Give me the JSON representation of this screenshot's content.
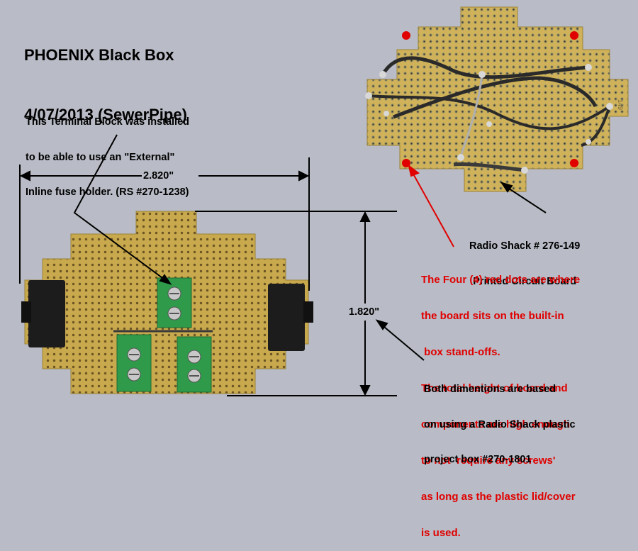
{
  "title": {
    "line1": "PHOENIX Black Box",
    "line2": "4/07/2013 (SewerPipe)"
  },
  "terminal_note": [
    "This Terminal Block was installed",
    "to be able to use an \"External\"",
    "Inline fuse holder. (RS #270-1238)"
  ],
  "dimensions": {
    "width": "2.820\"",
    "height": "1.820\""
  },
  "pcb_note": [
    "Radio Shack # 276-149",
    "Printed Circuit Board"
  ],
  "red_note": [
    "The Four (4) red dots are where",
    "the board sits on the built-in",
    " box stand-offs.",
    "The total height of board and",
    "components are high enough",
    "to not  require any screws'",
    "as long as the plastic lid/cover",
    "is used."
  ],
  "box_note": [
    "Both dimentions are based",
    "on using a Radio Shack plastic",
    "project box #270-1801"
  ],
  "board_marking": "149",
  "colors": {
    "background": "#b9bcc6",
    "board": "#c9a94d",
    "terminal": "#2f9a4a",
    "red_dot": "#e00000",
    "red_text": "#e00000"
  }
}
